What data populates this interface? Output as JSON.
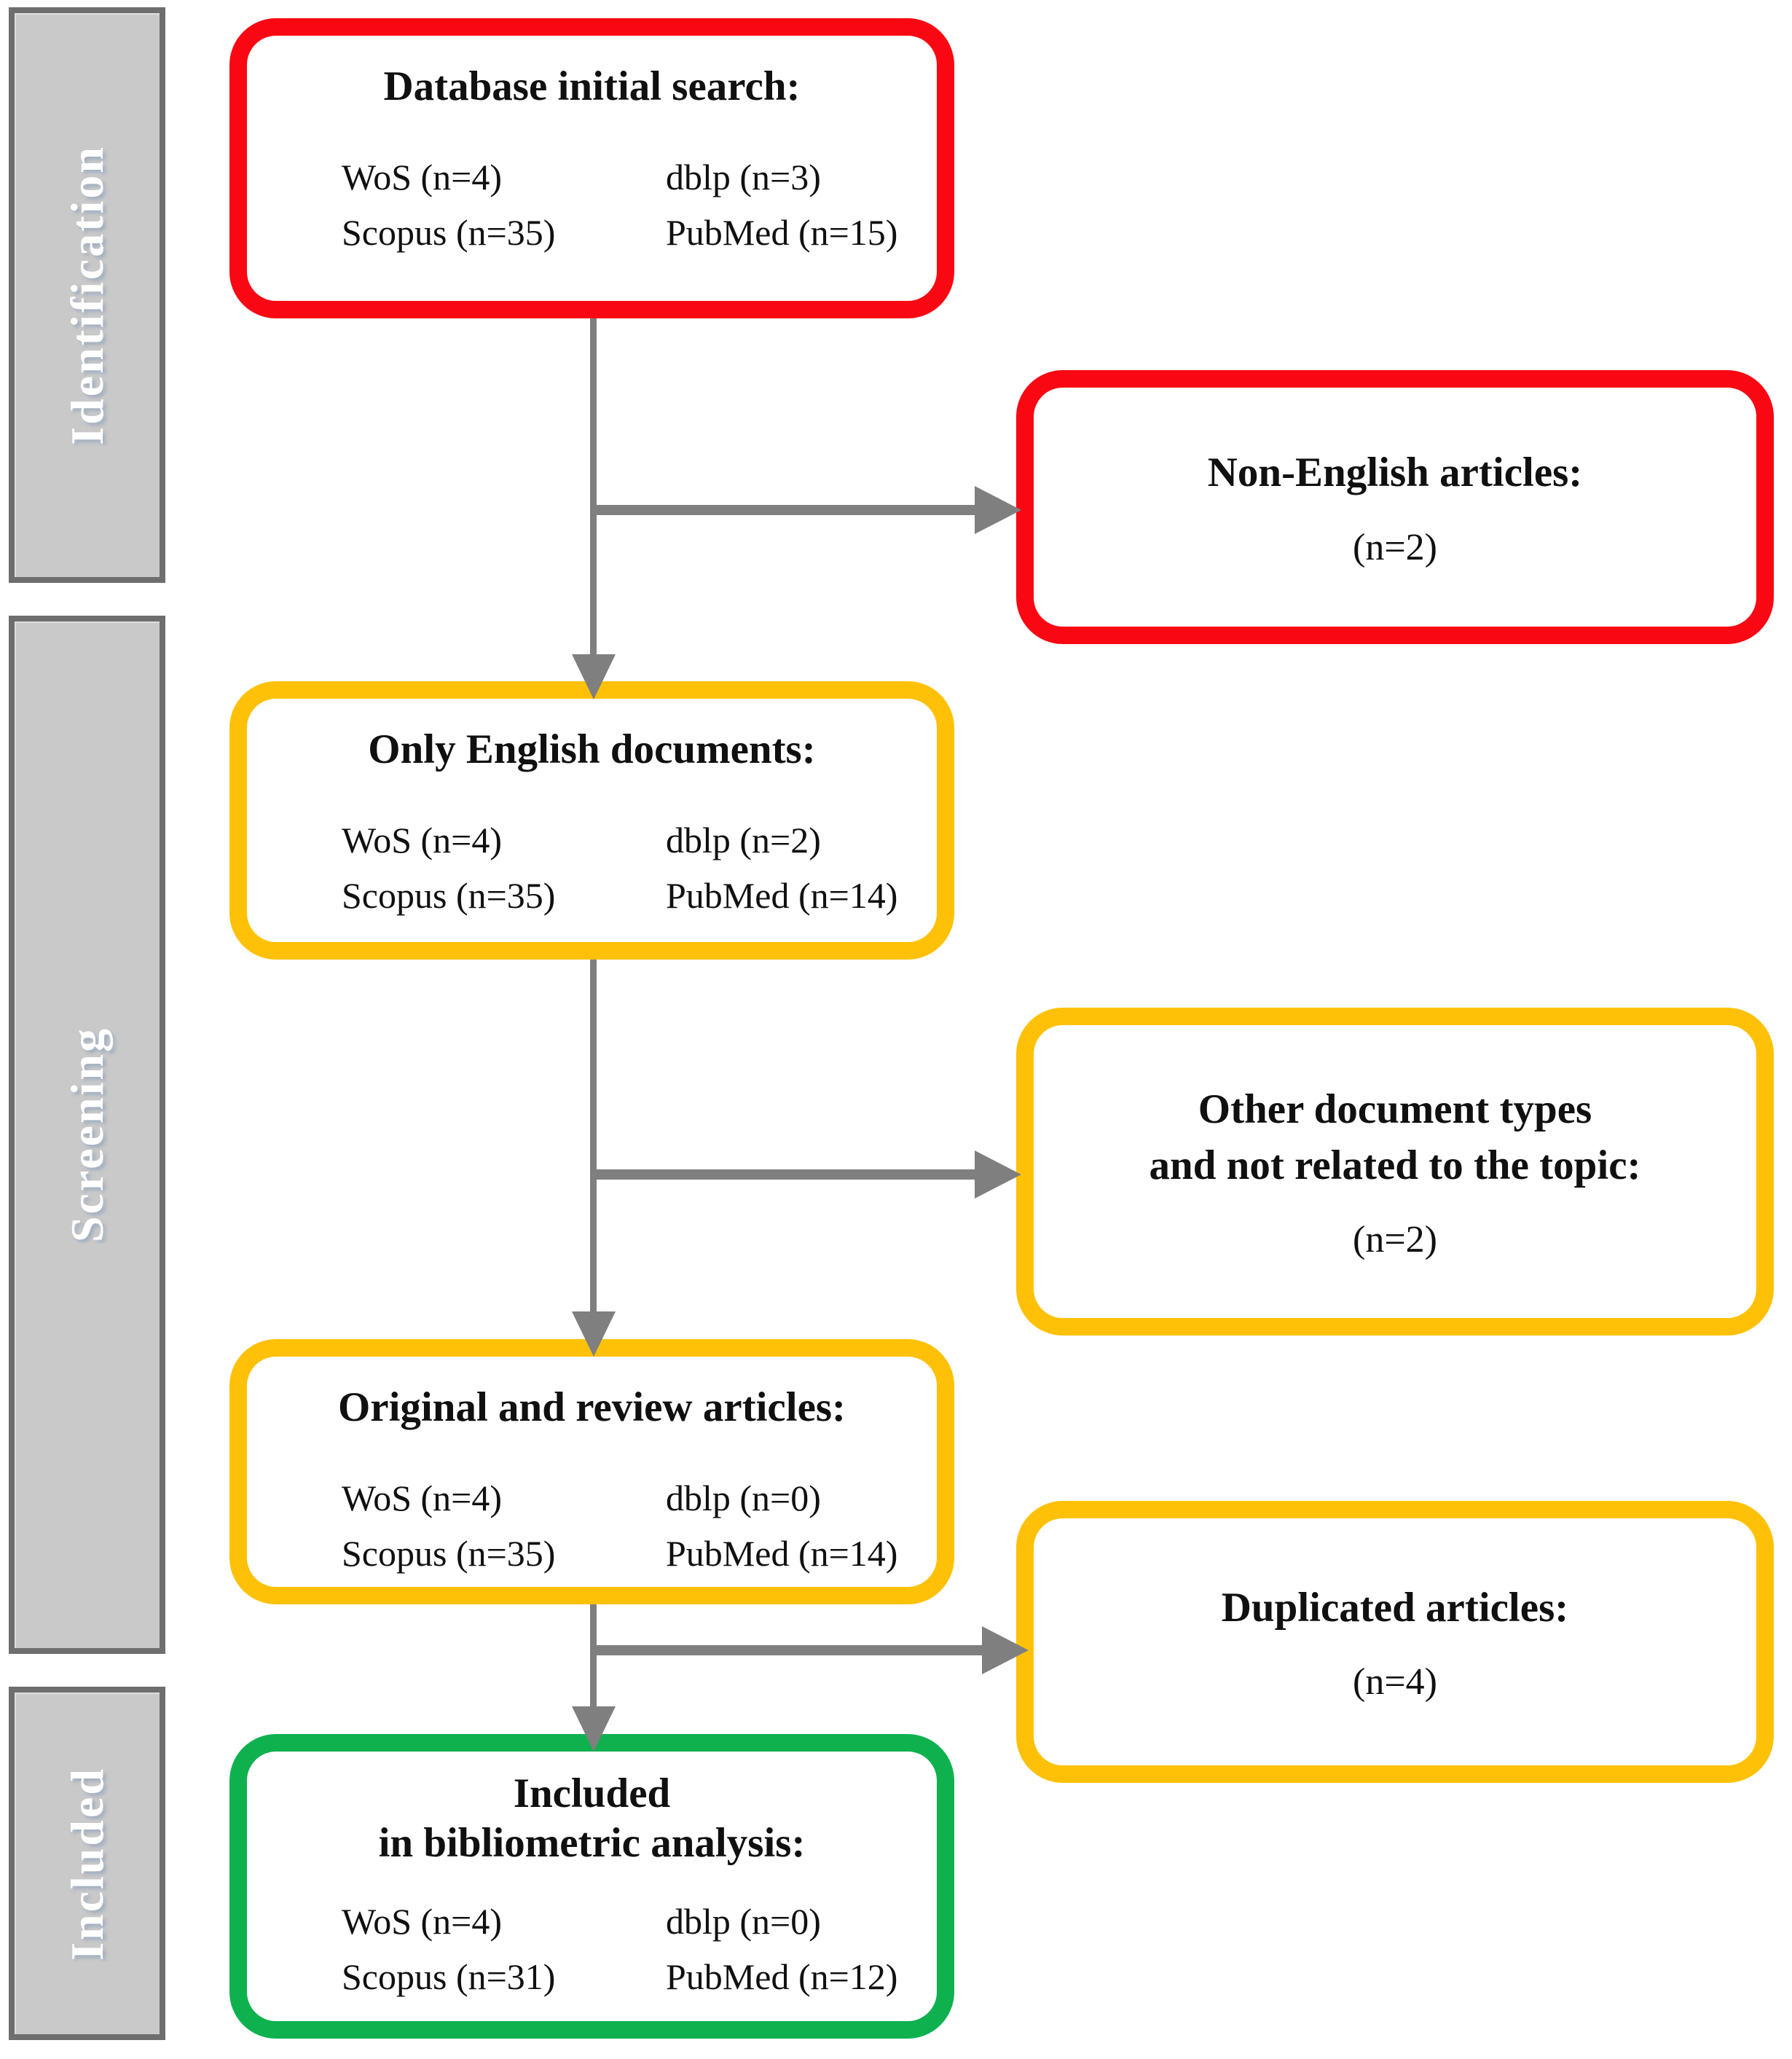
{
  "sidebar": {
    "bands": [
      {
        "label": "Identification"
      },
      {
        "label": "Screening"
      },
      {
        "label": "Included"
      }
    ]
  },
  "flow": {
    "main_boxes": [
      {
        "title_lines": [
          "Database initial search:"
        ],
        "stats": [
          [
            "WoS (n=4)",
            "dblp (n=3)"
          ],
          [
            "Scopus (n=35)",
            "PubMed (n=15)"
          ]
        ]
      },
      {
        "title_lines": [
          "Only English documents:"
        ],
        "stats": [
          [
            "WoS (n=4)",
            "dblp (n=2)"
          ],
          [
            "Scopus (n=35)",
            "PubMed (n=14)"
          ]
        ]
      },
      {
        "title_lines": [
          "Original and review articles:"
        ],
        "stats": [
          [
            "WoS (n=4)",
            "dblp (n=0)"
          ],
          [
            "Scopus (n=35)",
            "PubMed (n=14)"
          ]
        ]
      },
      {
        "title_lines": [
          "Included",
          "in bibliometric analysis:"
        ],
        "stats": [
          [
            "WoS (n=4)",
            "dblp (n=0)"
          ],
          [
            "Scopus (n=31)",
            "PubMed (n=12)"
          ]
        ]
      }
    ],
    "side_boxes": [
      {
        "title_lines": [
          "Non-English articles:"
        ],
        "count": "(n=2)"
      },
      {
        "title_lines": [
          "Other document types",
          "and not related to the topic:"
        ],
        "count": "(n=2)"
      },
      {
        "title_lines": [
          "Duplicated articles:"
        ],
        "count": "(n=4)"
      }
    ]
  },
  "colors": {
    "red": "#f90813",
    "yellow": "#ffc107",
    "green": "#0fb14f",
    "arrow_gray": "#7f7f7f",
    "band_fill": "#c9c9c9",
    "band_border": "#6e6e6e",
    "band_text": "#ffffff"
  }
}
